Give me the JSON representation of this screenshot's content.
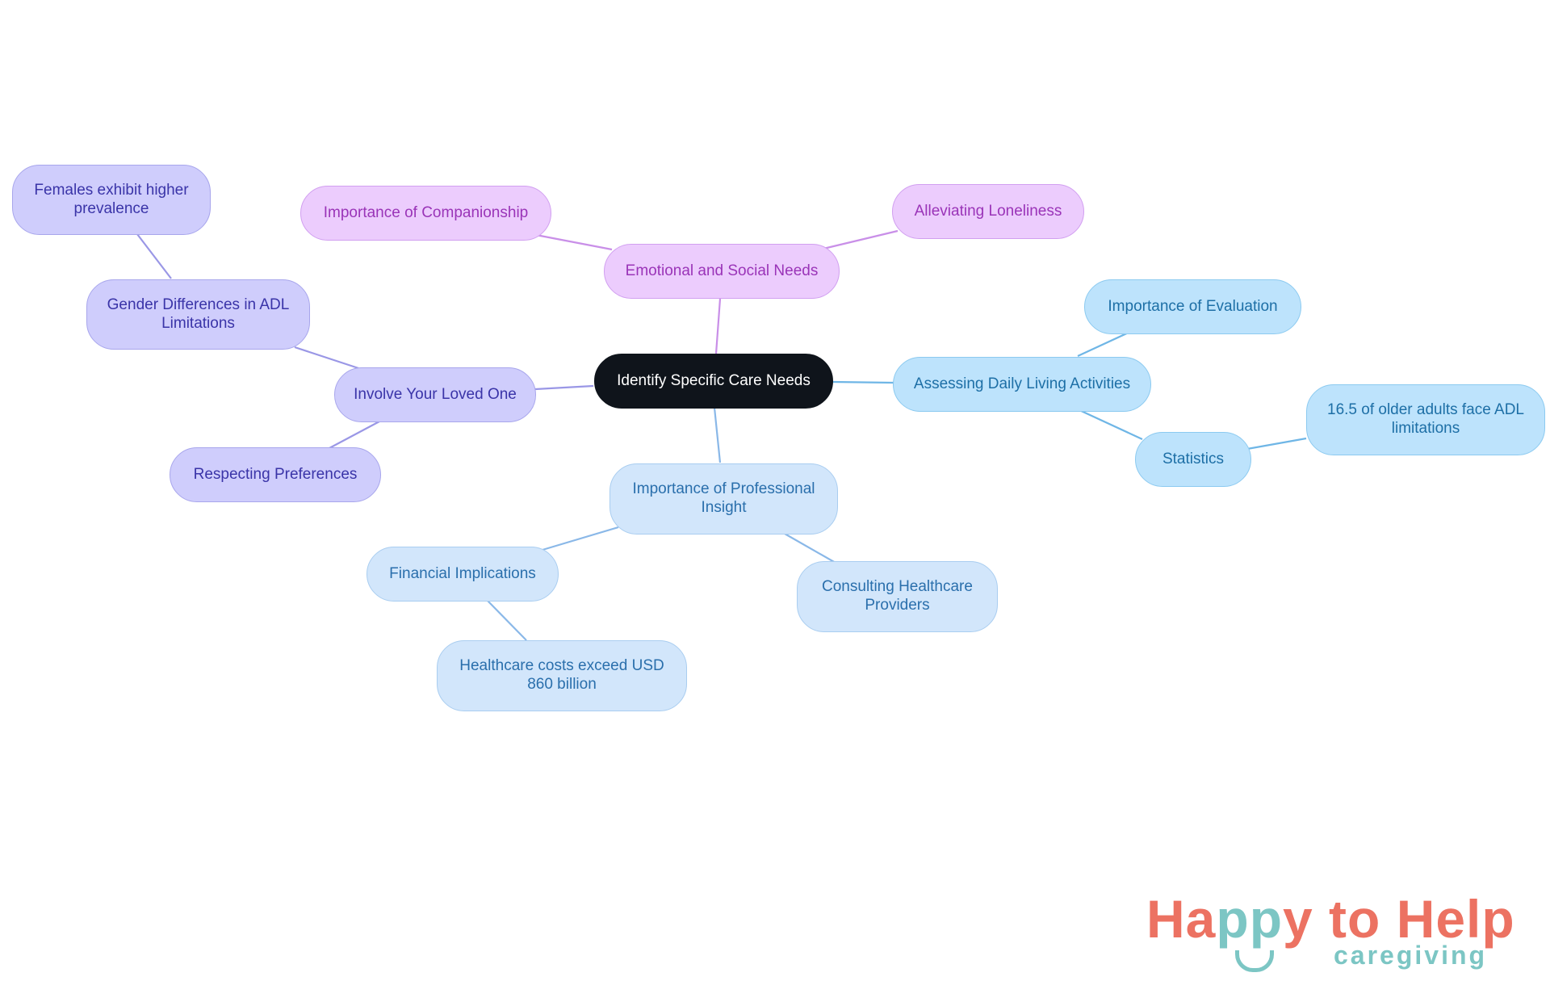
{
  "root": {
    "label": "Identify Specific Care Needs"
  },
  "branches": {
    "involve": {
      "label": "Involve Your Loved One",
      "gender": "Gender Differences in ADL Limitations",
      "females": "Females exhibit higher prevalence",
      "preferences": "Respecting Preferences"
    },
    "emotional": {
      "label": "Emotional and Social Needs",
      "companionship": "Importance of Companionship",
      "loneliness": "Alleviating Loneliness"
    },
    "daily": {
      "label": "Assessing Daily Living Activities",
      "evaluation": "Importance of Evaluation",
      "statistics": "Statistics",
      "stat_detail": "16.5 of older adults face ADL limitations"
    },
    "professional": {
      "label": "Importance of Professional Insight",
      "financial": "Financial Implications",
      "costs": "Healthcare costs exceed USD 860 billion",
      "consulting": "Consulting Healthcare Providers"
    }
  },
  "colors": {
    "root": "#0f141b",
    "violet": "#cfcdfc",
    "pink": "#ecccfd",
    "sky": "#bde3fc",
    "pale": "#d2e6fb",
    "logo_coral": "#ec7262",
    "logo_teal": "#7cc6c4"
  },
  "logo": {
    "word1": "Ha",
    "word2": "pp",
    "word3": "y to Help",
    "tagline": "caregiving"
  }
}
